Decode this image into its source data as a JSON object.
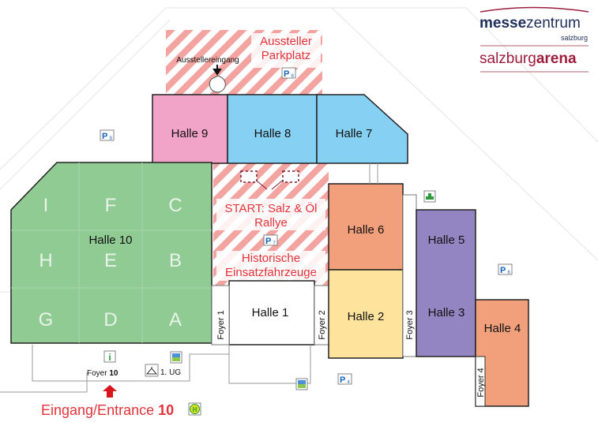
{
  "logo": {
    "line1_bold": "messe",
    "line1_rest": "zentrum",
    "line2": "salzburg",
    "line3_rest": "salzburg",
    "line3_bold": "arena"
  },
  "halls": {
    "h1": "Halle 1",
    "h2": "Halle 2",
    "h3": "Halle 3",
    "h4": "Halle 4",
    "h5": "Halle 5",
    "h6": "Halle 6",
    "h7": "Halle 7",
    "h8": "Halle 8",
    "h9": "Halle 9",
    "h10": "Halle 10"
  },
  "sections": [
    "I",
    "F",
    "C",
    "H",
    "E",
    "B",
    "G",
    "D",
    "A"
  ],
  "foyers": {
    "f1": "Foyer 1",
    "f2": "Foyer 2",
    "f3": "Foyer 3",
    "f4": "Foyer 4",
    "f10_prefix": "Foyer",
    "f10_num": "10"
  },
  "areas": {
    "parking_line1": "Aussteller",
    "parking_line2": "Parkplatz",
    "exhibitor_entrance": "Ausstellereingang",
    "start_line1": "START: Salz & Öl",
    "start_line2": "Rallye",
    "historic_line1": "Historische",
    "historic_line2": "Einsatzfahrzeuge"
  },
  "parking": {
    "p9": "9",
    "p8": "8",
    "p7": "7",
    "p6": "6",
    "p4": "4",
    "p_letter": "P"
  },
  "icons": {
    "info": "i",
    "bus": "H",
    "cloakroom_label": "1. UG"
  },
  "entrance": {
    "label": "Eingang/Entrance",
    "num": "10"
  },
  "colors": {
    "pink": "#f2a3c8",
    "blue": "#86d1f3",
    "green": "#8fcb93",
    "orange": "#f2a07c",
    "yellow": "#fde39c",
    "purple": "#9385c1",
    "stripe": "#f3a4a0",
    "accent_red": "#e3323a"
  }
}
